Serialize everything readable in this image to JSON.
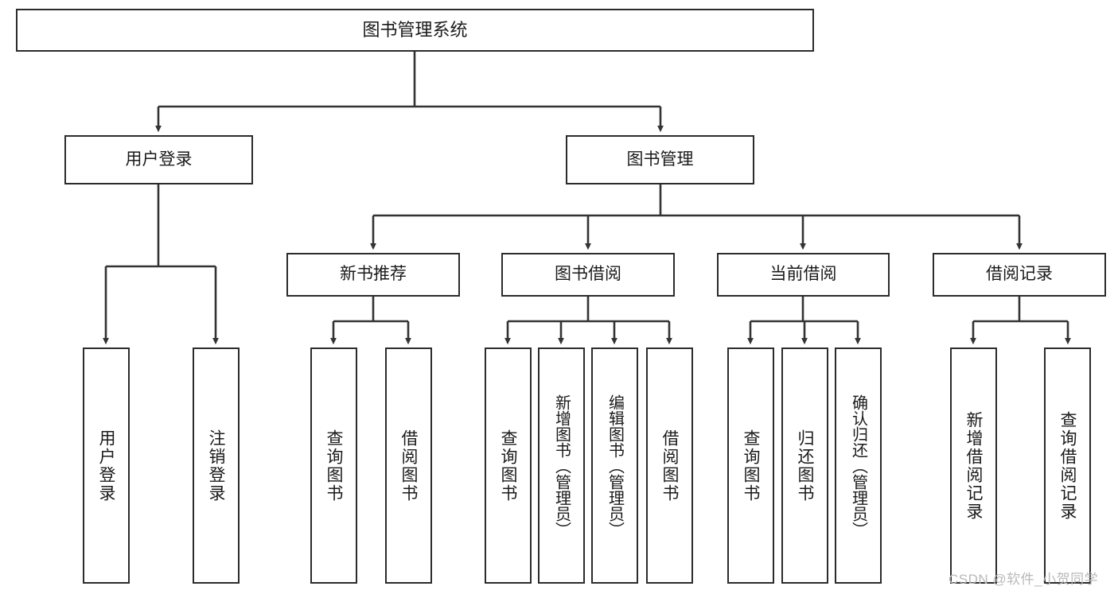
{
  "diagram": {
    "type": "tree-hierarchy",
    "title": "图书管理系统",
    "watermark": "CSDN @软件_小贺同学",
    "colors": {
      "box_border": "#2b2b2b",
      "box_fill": "#ffffff",
      "connector": "#333333",
      "text": "#1a1a1a",
      "watermark": "#b9b9b9"
    },
    "root": {
      "label": "图书管理系统"
    },
    "level1": [
      {
        "label": "用户登录"
      },
      {
        "label": "图书管理"
      }
    ],
    "level2": [
      {
        "label": "新书推荐"
      },
      {
        "label": "图书借阅"
      },
      {
        "label": "当前借阅"
      },
      {
        "label": "借阅记录"
      }
    ],
    "leaves": {
      "user_login": [
        {
          "label": "用户登录"
        },
        {
          "label": "注销登录"
        }
      ],
      "new_book_recommend": [
        {
          "label": "查询图书"
        },
        {
          "label": "借阅图书"
        }
      ],
      "book_borrow": [
        {
          "label": "查询图书"
        },
        {
          "label": "新增图书（管理员）"
        },
        {
          "label": "编辑图书（管理员）"
        },
        {
          "label": "借阅图书"
        }
      ],
      "current_borrow": [
        {
          "label": "查询图书"
        },
        {
          "label": "归还图书"
        },
        {
          "label": "确认归还（管理员）"
        }
      ],
      "borrow_record": [
        {
          "label": "新增借阅记录"
        },
        {
          "label": "查询借阅记录"
        }
      ]
    }
  }
}
